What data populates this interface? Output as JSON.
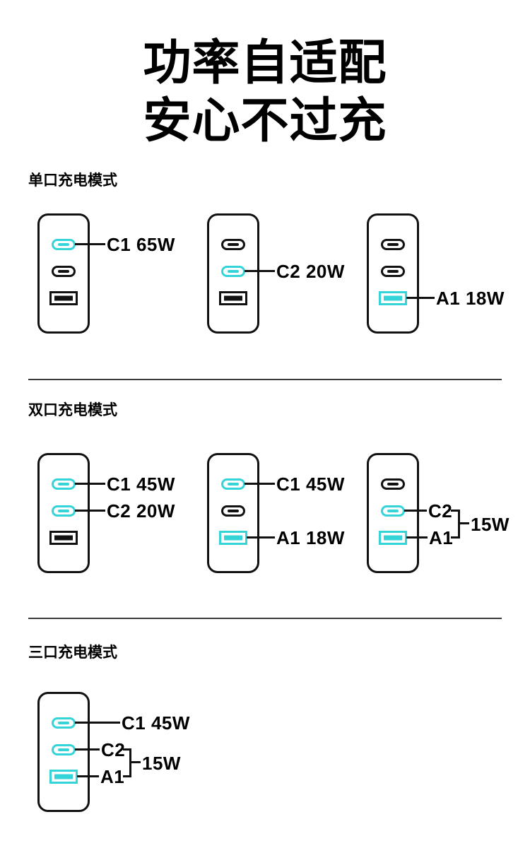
{
  "page": {
    "title_line1": "功率自适配",
    "title_line2": "安心不过充"
  },
  "colors": {
    "accent": "#35d4d8",
    "ink": "#111111"
  },
  "port_icons": [
    "usb-c-port",
    "usb-c-port",
    "usb-a-port"
  ],
  "sections": [
    {
      "heading": "单口充电模式",
      "chargers": [
        {
          "active_ports": [
            "C1"
          ],
          "labels": {
            "c1": "C1 65W"
          }
        },
        {
          "active_ports": [
            "C2"
          ],
          "labels": {
            "c2": "C2 20W"
          }
        },
        {
          "active_ports": [
            "A1"
          ],
          "labels": {
            "a1": "A1 18W"
          }
        }
      ]
    },
    {
      "heading": "双口充电模式",
      "chargers": [
        {
          "active_ports": [
            "C1",
            "C2"
          ],
          "labels": {
            "c1": "C1 45W",
            "c2": "C2 20W"
          }
        },
        {
          "active_ports": [
            "C1",
            "A1"
          ],
          "labels": {
            "c1": "C1 45W",
            "a1": "A1 18W"
          }
        },
        {
          "active_ports": [
            "C2",
            "A1"
          ],
          "labels": {
            "c2": "C2",
            "a1": "A1",
            "shared": "15W"
          }
        }
      ]
    },
    {
      "heading": "三口充电模式",
      "chargers": [
        {
          "active_ports": [
            "C1",
            "C2",
            "A1"
          ],
          "labels": {
            "c1": "C1 45W",
            "c2": "C2",
            "a1": "A1",
            "shared": "15W"
          }
        }
      ]
    }
  ]
}
